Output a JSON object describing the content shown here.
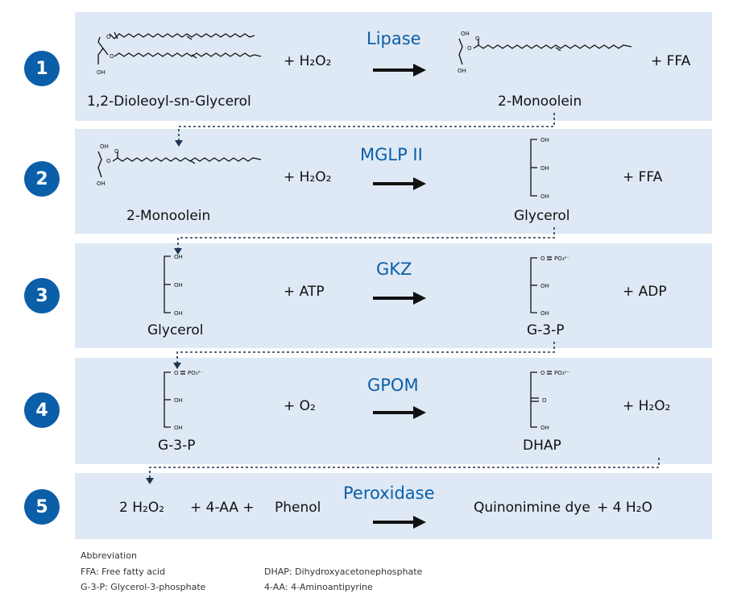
{
  "steps": [
    {
      "number": "1",
      "substrate": "1,2-Dioleoyl-sn-Glycerol",
      "reagent": "+ H₂O₂",
      "enzyme": "Lipase",
      "product": "2-Monoolein",
      "byproduct": "+ FFA"
    },
    {
      "number": "2",
      "substrate": "2-Monoolein",
      "reagent": "+ H₂O₂",
      "enzyme": "MGLP II",
      "product": "Glycerol",
      "byproduct": "+ FFA"
    },
    {
      "number": "3",
      "substrate": "Glycerol",
      "reagent": "+ ATP",
      "enzyme": "GKZ",
      "product": "G-3-P",
      "byproduct": "+ ADP"
    },
    {
      "number": "4",
      "substrate": "G-3-P",
      "reagent": "+ O₂",
      "enzyme": "GPOM",
      "product": "DHAP",
      "byproduct": "+ H₂O₂"
    },
    {
      "number": "5",
      "substrate": "2 H₂O₂",
      "reagent": "+ 4-AA +",
      "reagent2": "Phenol",
      "enzyme": "Peroxidase",
      "product": "Quinonimine dye",
      "byproduct": "+ 4 H₂O"
    }
  ],
  "mol_labels": {
    "oh": "OH",
    "o": "O",
    "po3": "PO₃²⁻"
  },
  "abbreviation": {
    "title": "Abbreviation",
    "items": [
      "FFA: Free fatty acid",
      "G-3-P: Glycerol-3-phosphate",
      "DHAP: Dihydroxyacetonephosphate",
      "4-AA: 4-Aminoantipyrine"
    ]
  },
  "colors": {
    "panel": "#dee9f5",
    "accent": "#0b5ea8",
    "connector": "#1f3450"
  }
}
